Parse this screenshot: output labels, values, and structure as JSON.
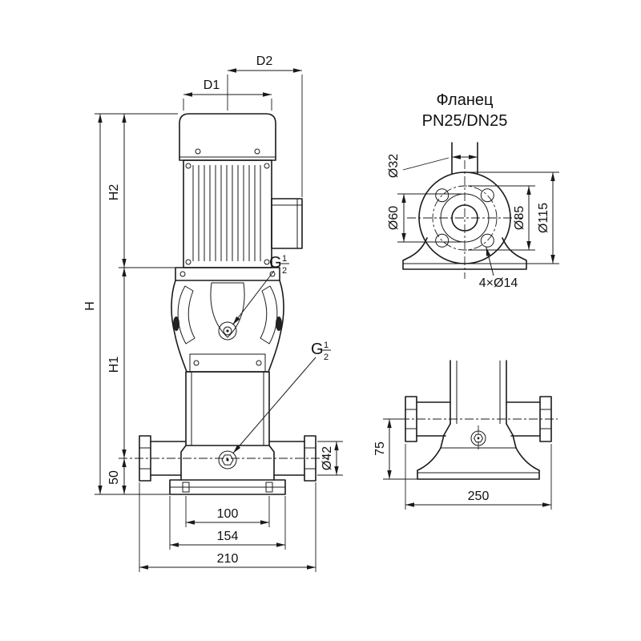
{
  "drawing": {
    "front_view": {
      "d2": "D2",
      "d1": "D1",
      "h": "H",
      "h2": "H2",
      "h1": "H1",
      "base_height": "50",
      "port_diameter": "Ø42",
      "w_inner": "100",
      "w_base": "154",
      "w_overall": "210",
      "thread_g": "G",
      "thread_num": "1",
      "thread_den": "2"
    },
    "flange_view": {
      "title1": "Фланец",
      "title2": "PN25/DN25",
      "dim_pipe": "Ø32",
      "dim_hub": "Ø60",
      "dim_bolt_circle": "Ø85",
      "dim_outer": "Ø115",
      "dim_holes": "4×Ø14"
    },
    "base_view": {
      "dim_height": "75",
      "dim_width": "250"
    }
  }
}
